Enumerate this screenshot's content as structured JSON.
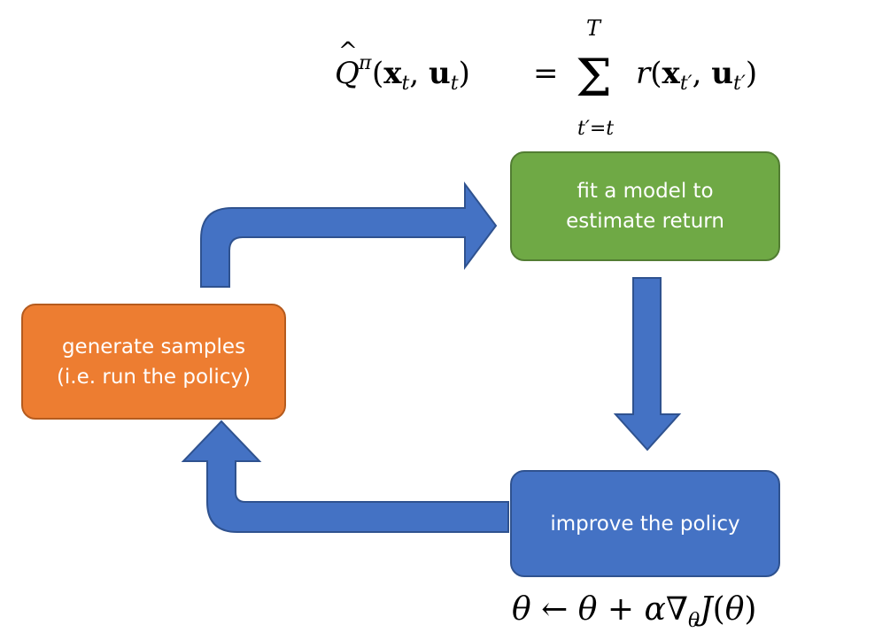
{
  "boxes": {
    "fit": {
      "label": "fit a model to estimate return",
      "color": "#6FA945"
    },
    "generate": {
      "label": "generate samples (i.e. run the policy)",
      "color": "#ED7D31"
    },
    "improve": {
      "label": "improve the policy",
      "color": "#4472C4"
    }
  },
  "equations": {
    "q_hat": "Q̂^π(x_t, u_t) = Σ_{t′=t}^{T} r(x_{t′}, u_{t′})",
    "update": "θ ← θ + α∇_θ J(θ)"
  },
  "arrow_color": "#4472C4"
}
